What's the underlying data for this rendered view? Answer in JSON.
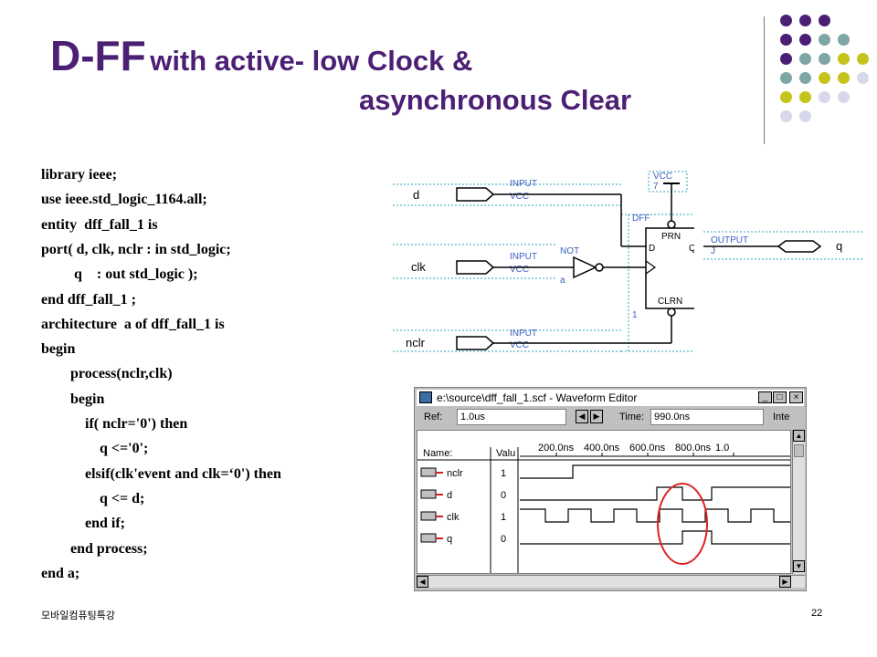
{
  "title": {
    "main": "D-FF",
    "line1_rest": "with active- low Clock &",
    "line2": "asynchronous Clear"
  },
  "code_lines": [
    "library ieee;",
    "use ieee.std_logic_1164.all;",
    "entity  dff_fall_1 is",
    "port( d, clk, nclr : in std_logic;",
    "         q    : out std_logic );",
    "end dff_fall_1 ;",
    "architecture  a of dff_fall_1 is",
    "begin",
    "        process(nclr,clk)",
    "        begin",
    "            if( nclr='0') then",
    "                q <='0';",
    "            elsif(clk'event and clk=‘0') then",
    "                q <= d;",
    "            end if;",
    "        end process;",
    "end a;"
  ],
  "schematic": {
    "inputs": [
      {
        "name": "d",
        "tag": "INPUT",
        "sub": "VCC"
      },
      {
        "name": "clk",
        "tag": "INPUT",
        "sub": "VCC"
      },
      {
        "name": "nclr",
        "tag": "INPUT",
        "sub": "VCC"
      }
    ],
    "not_gate": {
      "label": "NOT",
      "sub": "a"
    },
    "vcc": {
      "label": "VCC",
      "num": "7"
    },
    "dff": {
      "label": "DFF",
      "prn": "PRN",
      "clrn": "CLRN",
      "d": "D",
      "q": "Q",
      "num": "1"
    },
    "output": {
      "tag": "OUTPUT",
      "num": "J",
      "name": "q"
    }
  },
  "waveform": {
    "title": "e:\\source\\dff_fall_1.scf - Waveform Editor",
    "min_btn": "_",
    "max_btn": "□",
    "close_btn": "×",
    "ref_label": "Ref:",
    "ref_value": "1.0us",
    "nav_left": "◀",
    "nav_right": "▶",
    "time_label": "Time:",
    "time_value": "990.0ns",
    "interval_label": "Inte",
    "name_header": "Name:",
    "value_header": "Valu",
    "time_ticks": [
      "200.0ns",
      "400.0ns",
      "600.0ns",
      "800.0ns",
      "1.0"
    ],
    "signals": [
      {
        "name": "nclr",
        "value": "1",
        "kind": "in"
      },
      {
        "name": "d",
        "value": "0",
        "kind": "in"
      },
      {
        "name": "clk",
        "value": "1",
        "kind": "in"
      },
      {
        "name": "q",
        "value": "0",
        "kind": "out"
      }
    ]
  },
  "footer": {
    "left": "모바일컴퓨팅특강",
    "page": "22"
  },
  "colors": {
    "title": "#4b1f74",
    "dot_purple": "#4b1f74",
    "dot_teal": "#7ea6a4",
    "dot_olive": "#c4c41c",
    "dot_lavender": "#d8d8ec",
    "schematic_blue": "#3b5fc0",
    "dotted_teal": "#2aa6b8",
    "highlight": "#e02020"
  }
}
